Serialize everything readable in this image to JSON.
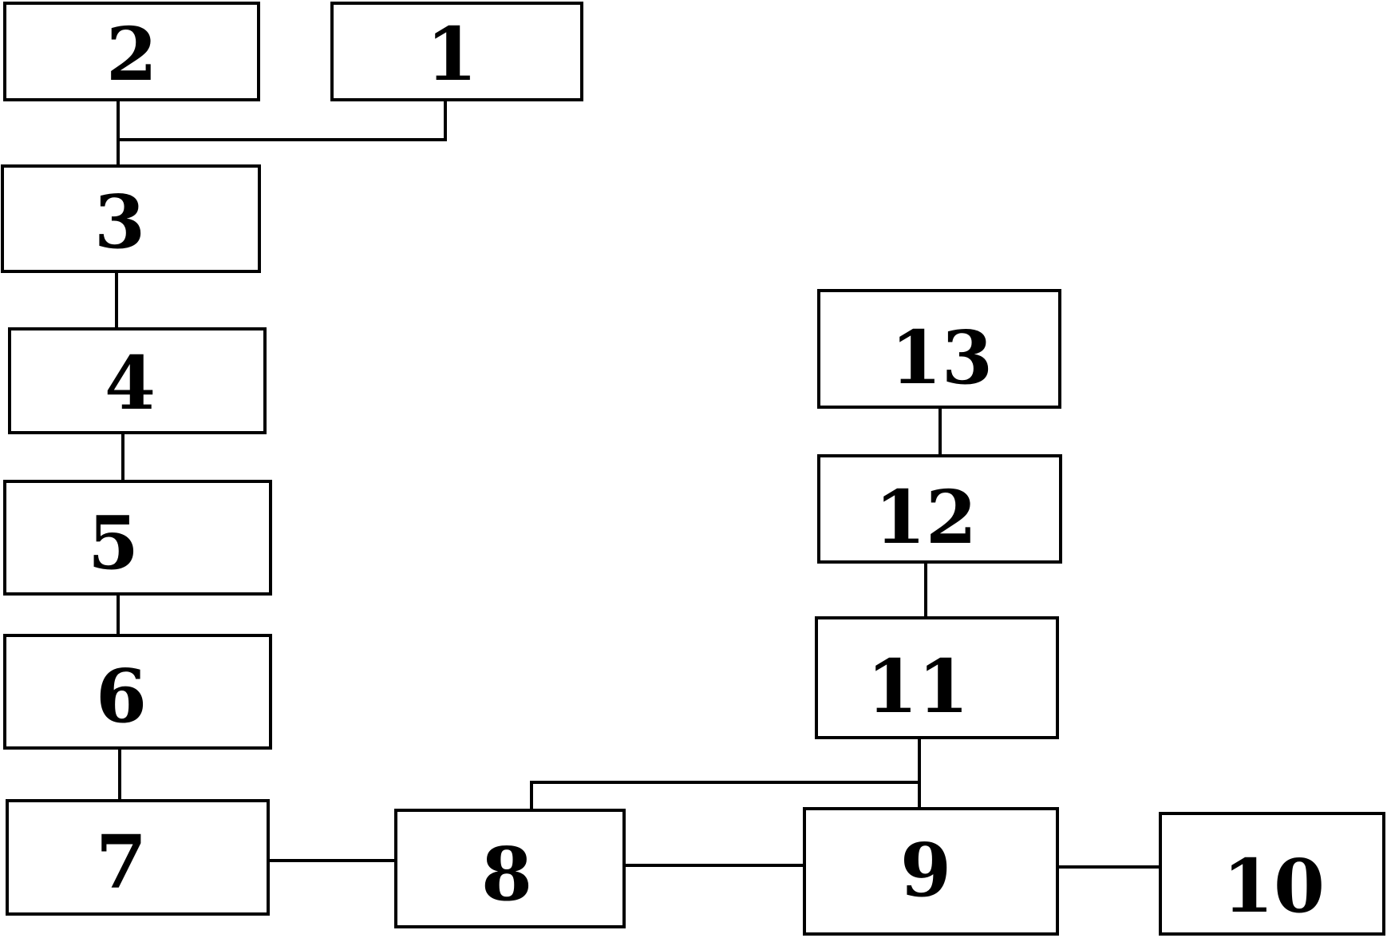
{
  "diagram": {
    "nodes": [
      {
        "id": "n1",
        "label": "1"
      },
      {
        "id": "n2",
        "label": "2"
      },
      {
        "id": "n3",
        "label": "3"
      },
      {
        "id": "n4",
        "label": "4"
      },
      {
        "id": "n5",
        "label": "5"
      },
      {
        "id": "n6",
        "label": "6"
      },
      {
        "id": "n7",
        "label": "7"
      },
      {
        "id": "n8",
        "label": "8"
      },
      {
        "id": "n9",
        "label": "9"
      },
      {
        "id": "n10",
        "label": "10"
      },
      {
        "id": "n11",
        "label": "11"
      },
      {
        "id": "n12",
        "label": "12"
      },
      {
        "id": "n13",
        "label": "13"
      }
    ],
    "edges": [
      {
        "from": "n2",
        "to": "n3"
      },
      {
        "from": "n1",
        "to": "n3"
      },
      {
        "from": "n3",
        "to": "n4"
      },
      {
        "from": "n4",
        "to": "n5"
      },
      {
        "from": "n5",
        "to": "n6"
      },
      {
        "from": "n6",
        "to": "n7"
      },
      {
        "from": "n7",
        "to": "n8"
      },
      {
        "from": "n8",
        "to": "n9"
      },
      {
        "from": "n9",
        "to": "n10"
      },
      {
        "from": "n11",
        "to": "n9"
      },
      {
        "from": "n11",
        "to": "n8"
      },
      {
        "from": "n12",
        "to": "n11"
      },
      {
        "from": "n13",
        "to": "n12"
      }
    ],
    "colors": {
      "stroke": "#000000",
      "fill": "#ffffff",
      "text": "#000000"
    }
  }
}
